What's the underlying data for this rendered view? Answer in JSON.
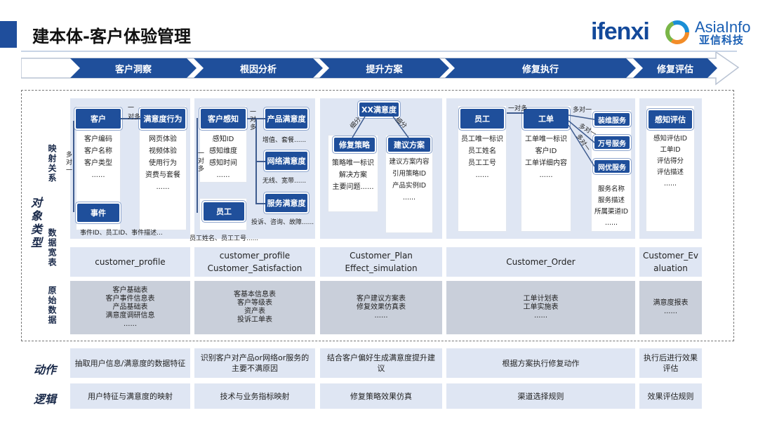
{
  "header": {
    "title": "建本体-客户体验管理",
    "logo_text": "ifenxi",
    "brand_en": "AsiaInfo",
    "brand_cn": "亚信科技"
  },
  "phases": [
    "客户洞察",
    "根因分析",
    "提升方案",
    "修复执行",
    "修复评估"
  ],
  "row_labels": {
    "object_type": "对象类型",
    "mapping": "映射关系",
    "data_table": "数据宽表",
    "raw_data": "原始数据",
    "action": "动作",
    "logic": "逻辑"
  },
  "col1": {
    "customer": {
      "title": "客户",
      "items": [
        "客户编码",
        "客户名称",
        "客户类型",
        "......"
      ]
    },
    "satisfaction": {
      "title": "满意度行为",
      "items": [
        "网页体验",
        "视频体验",
        "使用行为",
        "资费与套餐",
        "......"
      ]
    },
    "event": {
      "title": "事件",
      "detail": "事件ID、员工ID、事件描述..."
    },
    "rel_one_many": "对多",
    "rel_one": "一",
    "rel_many_one": "多对一",
    "table": [
      "customer_profile"
    ],
    "raw": [
      "客户基础表",
      "客户事件信息表",
      "产品基础表",
      "满意度调研信息",
      "......"
    ],
    "action": "抽取用户信息/满意度的数据特征",
    "logic": "用户特征与满意度的映射"
  },
  "col2": {
    "perception": {
      "title": "客户感知",
      "items": [
        "感知ID",
        "感知维度",
        "感知时间",
        "......"
      ]
    },
    "product": {
      "title": "产品满意度",
      "detail": "增值、套餐......"
    },
    "network": {
      "title": "网络满意度",
      "detail": "无线、宽带......"
    },
    "service": {
      "title": "服务满意度",
      "detail": "投诉、咨询、故障......"
    },
    "staff": {
      "title": "员工",
      "detail": "员工姓名、员工工号......"
    },
    "rel_one_many": "一对多",
    "rel_many": "一对多",
    "table": [
      "customer_profile",
      "Customer_Satisfaction"
    ],
    "raw": [
      "客基本信息表",
      "客户等级表",
      "资产表",
      "投诉工单表"
    ],
    "action": "识别客户对产品or网络or服务的主要不满原因",
    "logic": "技术与业务指标映射"
  },
  "col3": {
    "xx": {
      "title": "XX满意度"
    },
    "strategy": {
      "title": "修复策略",
      "items": [
        "策略唯一标识",
        "解决方案",
        "主要问题......"
      ]
    },
    "proposal": {
      "title": "建议方案",
      "items": [
        "建议方案内容",
        "引用策略ID",
        "产品实例ID",
        "......"
      ]
    },
    "rel_left": "细分",
    "rel_right": "细分",
    "table": [
      "Customer_Plan",
      "Effect_simulation"
    ],
    "raw": [
      "客户建议方案表",
      "修复效果仿真表",
      "......"
    ],
    "action": "结合客户偏好生成满意度提升建议",
    "logic": "修复策略效果仿真"
  },
  "col4": {
    "staff": {
      "title": "员工",
      "items": [
        "员工唯一标识",
        "员工姓名",
        "员工工号",
        "......"
      ]
    },
    "order": {
      "title": "工单",
      "items": [
        "工单唯一标识",
        "客户ID",
        "工单详细内容",
        "......"
      ]
    },
    "install": {
      "title": "装维服务"
    },
    "wanhao": {
      "title": "万号服务"
    },
    "netgen": {
      "title": "网优服务"
    },
    "service_items": [
      "服务名称",
      "服务描述",
      "所属渠道ID",
      "......"
    ],
    "rel_one_many": "一对多",
    "rel_many_one1": "多对一",
    "rel_many_one2": "多对一",
    "rel_many_one3": "多对一",
    "table": [
      "Customer_Order"
    ],
    "raw": [
      "工单计划表",
      "工单实施表",
      "......"
    ],
    "action": "根据方案执行修复动作",
    "logic": "渠道选择规则"
  },
  "col5": {
    "eval": {
      "title": "感知评估",
      "items": [
        "感知评估ID",
        "工单ID",
        "评估得分",
        "评估描述",
        "......"
      ]
    },
    "table": [
      "Customer_Ev",
      "aluation"
    ],
    "raw": [
      "满意度报表",
      "......"
    ],
    "action": "执行后进行效果评估",
    "logic": "效果评估规则"
  },
  "colors": {
    "primary": "#1f4f9b",
    "panel": "#dfe6f3",
    "raw": "#c9cfda"
  }
}
